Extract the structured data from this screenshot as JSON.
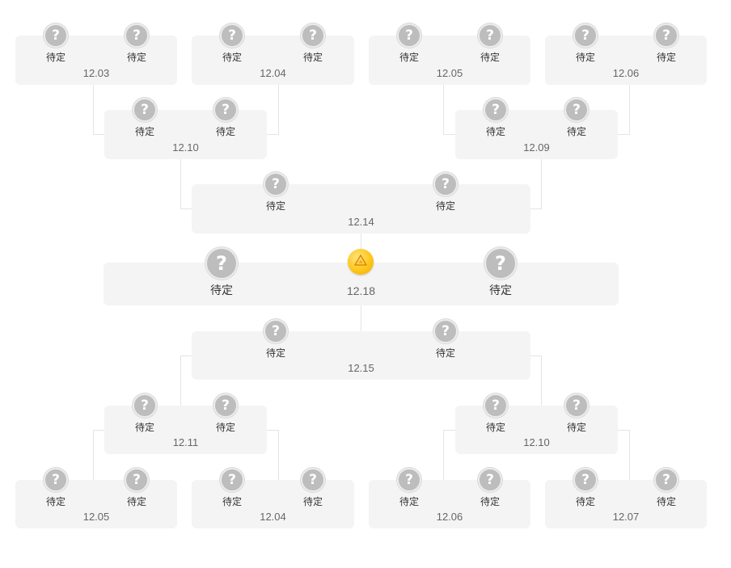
{
  "pending_label": "待定",
  "question_mark": "?",
  "icons": {
    "placeholder": "question-mark-icon",
    "trophy": "trophy-icon"
  },
  "colors": {
    "card_bg": "#f4f4f4",
    "placeholder_bg": "#bdbdbd",
    "trophy": "#ffc61a",
    "connector": "#e4e4e4"
  },
  "top_half": {
    "round1": [
      {
        "date": "12.03",
        "team_a": "待定",
        "team_b": "待定"
      },
      {
        "date": "12.04",
        "team_a": "待定",
        "team_b": "待定"
      },
      {
        "date": "12.05",
        "team_a": "待定",
        "team_b": "待定"
      },
      {
        "date": "12.06",
        "team_a": "待定",
        "team_b": "待定"
      }
    ],
    "round2": [
      {
        "date": "12.10",
        "team_a": "待定",
        "team_b": "待定"
      },
      {
        "date": "12.09",
        "team_a": "待定",
        "team_b": "待定"
      }
    ],
    "semifinal": {
      "date": "12.14",
      "team_a": "待定",
      "team_b": "待定"
    }
  },
  "final": {
    "date": "12.18",
    "team_a": "待定",
    "team_b": "待定"
  },
  "bottom_half": {
    "semifinal": {
      "date": "12.15",
      "team_a": "待定",
      "team_b": "待定"
    },
    "round2": [
      {
        "date": "12.11",
        "team_a": "待定",
        "team_b": "待定"
      },
      {
        "date": "12.10",
        "team_a": "待定",
        "team_b": "待定"
      }
    ],
    "round1": [
      {
        "date": "12.05",
        "team_a": "待定",
        "team_b": "待定"
      },
      {
        "date": "12.04",
        "team_a": "待定",
        "team_b": "待定"
      },
      {
        "date": "12.06",
        "team_a": "待定",
        "team_b": "待定"
      },
      {
        "date": "12.07",
        "team_a": "待定",
        "team_b": "待定"
      }
    ]
  }
}
